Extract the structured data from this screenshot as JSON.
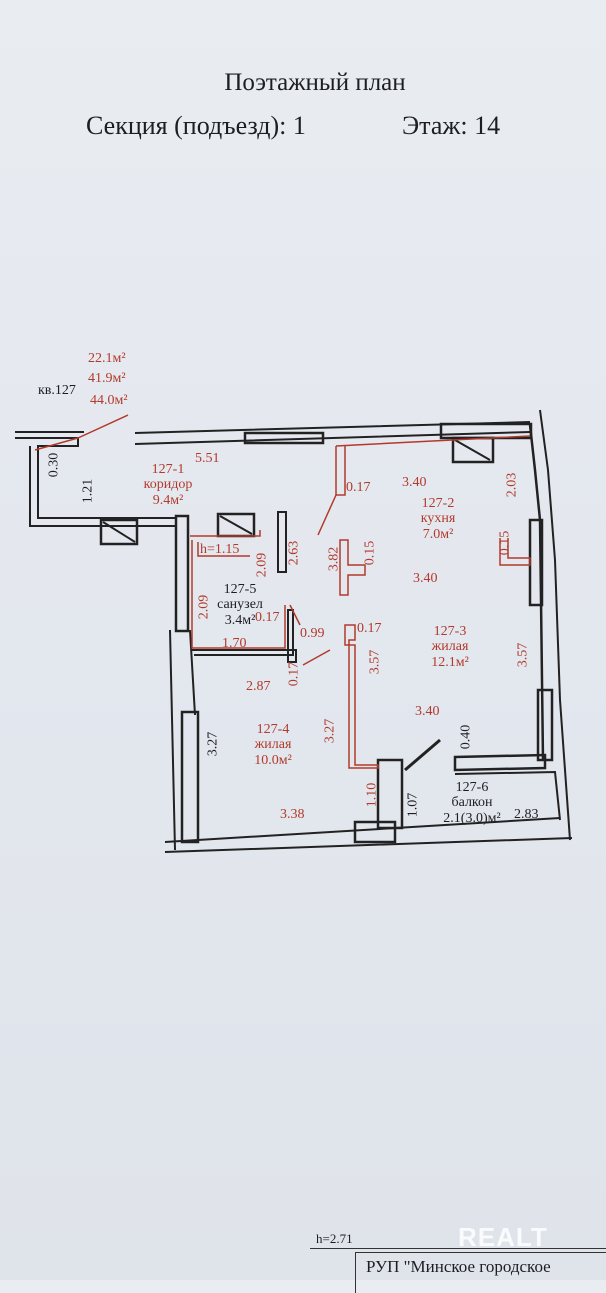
{
  "header": {
    "title": "Поэтажный план",
    "section": "Секция (подъезд): 1",
    "floor": "Этаж: 14"
  },
  "apartment": {
    "label": "кв.127",
    "areas": [
      "22.1м²",
      "41.9м²",
      "44.0м²"
    ]
  },
  "rooms": [
    {
      "id": "127-1",
      "name": "коридор",
      "area": "9.4м²"
    },
    {
      "id": "127-2",
      "name": "кухня",
      "area": "7.0м²"
    },
    {
      "id": "127-3",
      "name": "жилая",
      "area": "12.1м²"
    },
    {
      "id": "127-4",
      "name": "жилая",
      "area": "10.0м²"
    },
    {
      "id": "127-5",
      "name": "санузел",
      "area": "3.4м²"
    },
    {
      "id": "127-6",
      "name": "балкон",
      "area": "2.1(3.0)м²"
    }
  ],
  "dimensions": {
    "d030": "0.30",
    "d121": "1.21",
    "d551": "5.51",
    "d340a": "3.40",
    "d017a": "0.17",
    "d203": "2.03",
    "d382": "3.82",
    "d015a": "0.15",
    "d015b": "0.15",
    "d340b": "3.40",
    "h115": "h=1.15",
    "d209a": "2.09",
    "d263": "2.63",
    "d209b": "2.09",
    "d017b": "0.17",
    "d170": "1.70",
    "d099": "0.99",
    "d017c": "0.17",
    "d017d": "0.17",
    "d287": "2.87",
    "d357a": "3.57",
    "d357b": "3.57",
    "d327a": "3.27",
    "d327b": "3.27",
    "d340c": "3.40",
    "d040": "0.40",
    "d110": "1.10",
    "d107": "1.07",
    "d338": "3.38",
    "d283": "2.83"
  },
  "footer": {
    "height": "h=2.71",
    "organization": "РУП \"Минское городское"
  },
  "watermark": "REALT"
}
